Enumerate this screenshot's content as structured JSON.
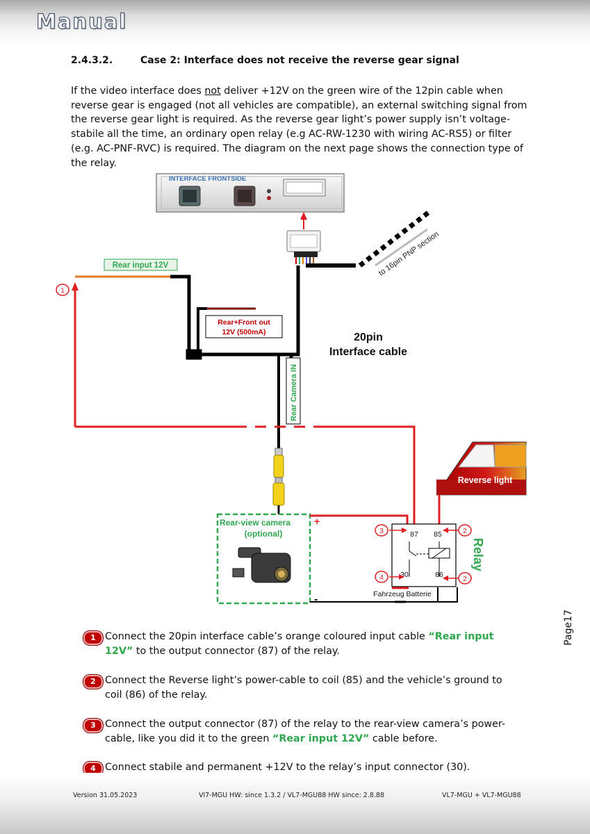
{
  "header": {
    "brand": "Manual"
  },
  "section": {
    "number": "2.4.3.2.",
    "title": "Case 2: Interface does not receive the reverse gear signal"
  },
  "intro": {
    "part1": "If the video interface does ",
    "underlined": "not",
    "part2": " deliver +12V on the green wire of the 12pin cable when reverse gear is engaged (not all vehicles are compatible), an external switching signal from the reverse gear light is required. As the reverse gear light’s power supply isn’t voltage-stabile all the time, an ordinary open relay (e.g AC-RW-1230 with wiring AC-RS5) or filter (e.g. AC-PNF-RVC) is required. The diagram on the next page shows the connection type of the relay."
  },
  "diagram": {
    "interface_label": "INTERFACE FRONTSIDE",
    "pnp_label": "to 16pin PNP section",
    "rear_input_label": "Rear input 12V",
    "rear_front_out_line1": "Rear+Front out",
    "rear_front_out_line2": "12V (500mA)",
    "cable_line1": "20pin",
    "cable_line2": "Interface cable",
    "rear_camera_in": "Rear Camera IN",
    "camera_line1": "Rear-view camera",
    "camera_line2": "(optional)",
    "plus_sign": "+",
    "minus_sign": "-",
    "reverse_light": "Reverse light",
    "relay_label": "Relay",
    "pin_87": "87",
    "pin_85": "85",
    "pin_30": "30",
    "pin_86": "86",
    "battery_label": "Fahrzeug Batterie",
    "marker_1": "1",
    "marker_2": "2",
    "marker_3": "3",
    "marker_4": "4",
    "colors": {
      "red_wire": "#e02020",
      "black_wire": "#000000",
      "orange_wire": "#e07a2a",
      "brown_wire": "#7a1010",
      "green_label": "#2fa84f"
    }
  },
  "steps": [
    {
      "num": "1",
      "before": "Connect the 20pin interface cable’s orange coloured input cable ",
      "highlight": "“Rear input 12V”",
      "after": " to the output connector (87) of the relay."
    },
    {
      "num": "2",
      "before": "Connect the Reverse light’s power-cable to coil (85) and the vehicle’s ground to coil (86) of the relay.",
      "highlight": "",
      "after": ""
    },
    {
      "num": "3",
      "before": "Connect the output connector (87) of the relay to the rear-view camera’s power-cable, like you did it to the green ",
      "highlight": "“Rear input 12V”",
      "after": " cable before."
    },
    {
      "num": "4",
      "before": "Connect stabile and permanent +12V to the relay’s input connector (30).",
      "highlight": "",
      "after": ""
    }
  ],
  "page_label": "Page17",
  "footer": {
    "version": "Version 31.05.2023",
    "hw": "Vl7-MGU HW: since 1.3.2 / VL7-MGU88 HW since: 2.8.88",
    "model": "VL7-MGU + VL7-MGU88"
  }
}
